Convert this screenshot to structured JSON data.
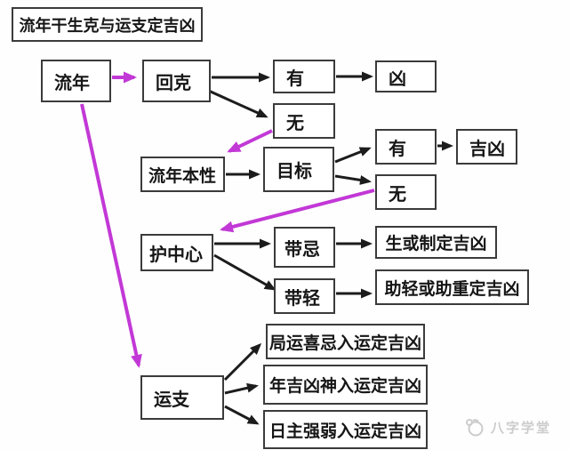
{
  "title": {
    "label": "流年干生克与运支定吉凶"
  },
  "nodes": {
    "liunian": "流年",
    "huike": "回克",
    "you1": "有",
    "xiong": "凶",
    "wu1": "无",
    "liunian_benxing": "流年本性",
    "mubiao": "目标",
    "you2": "有",
    "jixiong": "吉凶",
    "wu2": "无",
    "hu_zhongxin": "护中心",
    "daiji": "带忌",
    "sheng_huo_zhi_ding": "生或制定吉凶",
    "daiqing": "带轻",
    "zhu_qing_zhu_zhong": "助轻或助重定吉凶",
    "yunzhi": "运支",
    "juyun_xiji": "局运喜忌入运定吉凶",
    "nian_jixiong_shen": "年吉凶神入运定吉凶",
    "rizhu_qiangruo": "日主强弱入运定吉凶"
  },
  "edges": [
    {
      "from": "liunian",
      "to": "huike",
      "color": "magenta"
    },
    {
      "from": "huike",
      "to": "you1",
      "color": "black"
    },
    {
      "from": "you1",
      "to": "xiong",
      "color": "black"
    },
    {
      "from": "huike",
      "to": "wu1",
      "color": "black"
    },
    {
      "from": "wu1",
      "to": "liunian_benxing",
      "color": "magenta"
    },
    {
      "from": "liunian_benxing",
      "to": "mubiao",
      "color": "black"
    },
    {
      "from": "mubiao",
      "to": "you2",
      "color": "black"
    },
    {
      "from": "you2",
      "to": "jixiong",
      "color": "black"
    },
    {
      "from": "mubiao",
      "to": "wu2",
      "color": "black"
    },
    {
      "from": "wu2",
      "to": "hu_zhongxin",
      "color": "magenta"
    },
    {
      "from": "hu_zhongxin",
      "to": "daiji",
      "color": "black"
    },
    {
      "from": "daiji",
      "to": "sheng_huo_zhi_ding",
      "color": "black"
    },
    {
      "from": "hu_zhongxin",
      "to": "daiqing",
      "color": "black"
    },
    {
      "from": "daiqing",
      "to": "zhu_qing_zhu_zhong",
      "color": "black"
    },
    {
      "from": "liunian",
      "to": "yunzhi",
      "color": "magenta"
    },
    {
      "from": "yunzhi",
      "to": "juyun_xiji",
      "color": "black"
    },
    {
      "from": "yunzhi",
      "to": "nian_jixiong_shen",
      "color": "black"
    },
    {
      "from": "yunzhi",
      "to": "rizhu_qiangruo",
      "color": "black"
    }
  ],
  "watermark": {
    "text": "八字学堂",
    "icon": "bazi-xuetang-logo"
  },
  "colors": {
    "highlight_arrow": "#c238d6",
    "line": "#1c1c1c",
    "box_border": "#3b3b3b",
    "watermark_gray": "#cccccc"
  }
}
